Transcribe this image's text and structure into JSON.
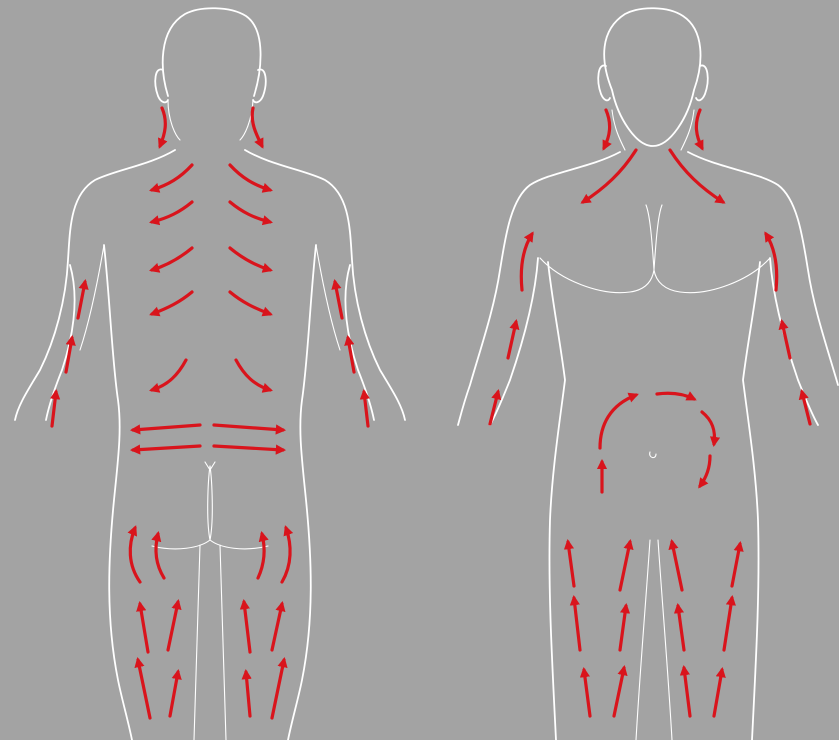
{
  "diagram": {
    "background": "#a3a3a3",
    "outline_color": "#ffffff",
    "arrow_color": "#d9141c",
    "figures": [
      {
        "id": "back-view",
        "arrows": 34
      },
      {
        "id": "front-view",
        "arrows": 27
      }
    ]
  }
}
